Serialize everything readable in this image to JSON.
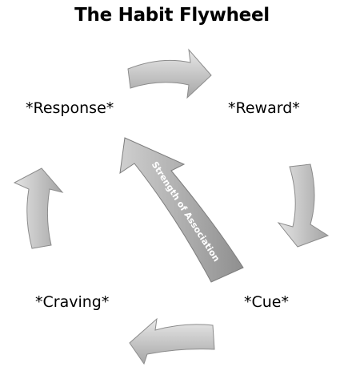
{
  "title": "The Habit Flywheel",
  "nodes": {
    "response": "*Response*",
    "reward": "*Reward*",
    "cue": "*Cue*",
    "craving": "*Craving*"
  },
  "center_arrow_label": "Strength of Association",
  "colors": {
    "arrow_fill_light": "#e6e6e6",
    "arrow_fill_dark": "#a8a8a8",
    "arrow_stroke": "#8c8c8c"
  }
}
